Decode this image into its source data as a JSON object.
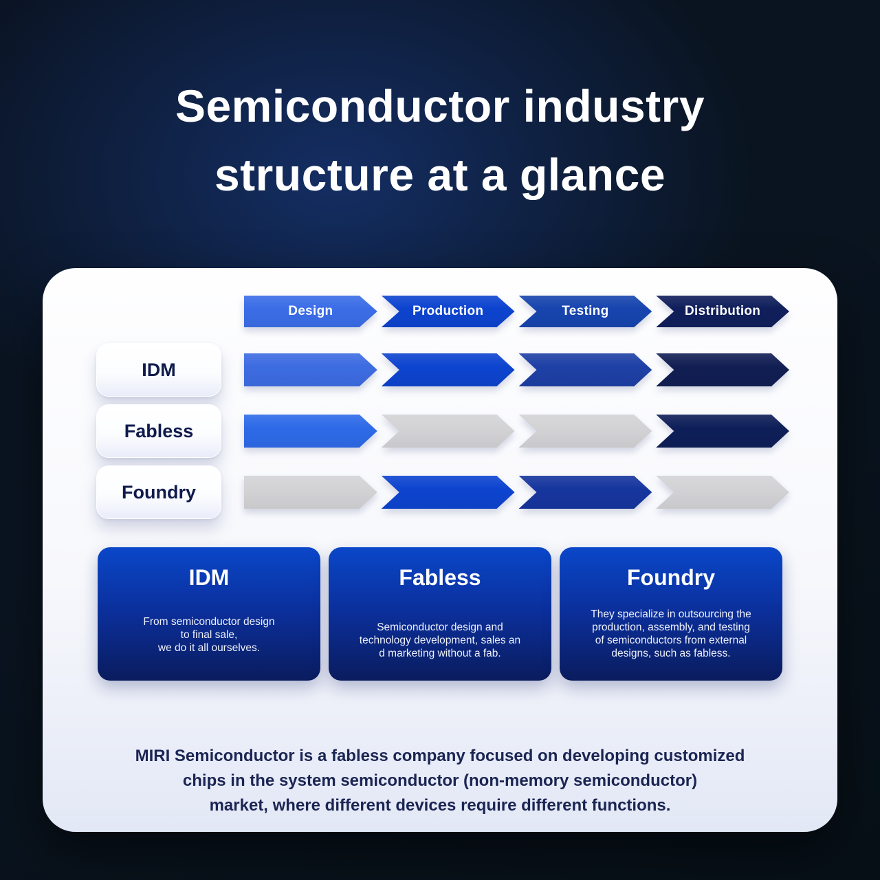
{
  "title": "Semiconductor industry\nstructure at a glance",
  "palette": {
    "stage_blue_light": "#3b6de7",
    "stage_blue": "#0d44cf",
    "stage_blue_dark": "#1745ae",
    "stage_navy": "#101f5b",
    "inactive_gray": "#d3d3d6",
    "card_gradient_top": "#0a47c9",
    "card_gradient_bottom": "#0a1c5e",
    "background_navy": "#0a1322",
    "panel_white": "#fefeff",
    "text_navy": "#1b2553"
  },
  "pipeline": {
    "stages": [
      {
        "label": "Design",
        "color": "#3b6de7"
      },
      {
        "label": "Production",
        "color": "#0d44cf"
      },
      {
        "label": "Testing",
        "color": "#1745ae"
      },
      {
        "label": "Distribution",
        "color": "#101f5b"
      }
    ],
    "rows": [
      {
        "label": "IDM",
        "segments": [
          "#3d6ce2",
          "#0d44cf",
          "#1e40a5",
          "#111e52"
        ]
      },
      {
        "label": "Fabless",
        "segments": [
          "#2e6ae8",
          "#d3d3d6",
          "#d3d3d6",
          "#0e1e58"
        ]
      },
      {
        "label": "Foundry",
        "segments": [
          "#d3d3d6",
          "#0d44cf",
          "#16359e",
          "#d3d3d6"
        ]
      }
    ]
  },
  "cards": [
    {
      "title": "IDM",
      "body": "From semiconductor design\nto final sale,\nwe do it all ourselves."
    },
    {
      "title": "Fabless",
      "body": "Semiconductor design and\ntechnology development, sales an\nd marketing without a fab."
    },
    {
      "title": "Foundry",
      "body": "They specialize in outsourcing the\nproduction, assembly, and testing\nof semiconductors from external\ndesigns, such as fabless."
    }
  ],
  "footer": "MIRI Semiconductor is a fabless company focused on developing customized\nchips in the system semiconductor (non-memory semiconductor)\nmarket, where different devices require different functions."
}
